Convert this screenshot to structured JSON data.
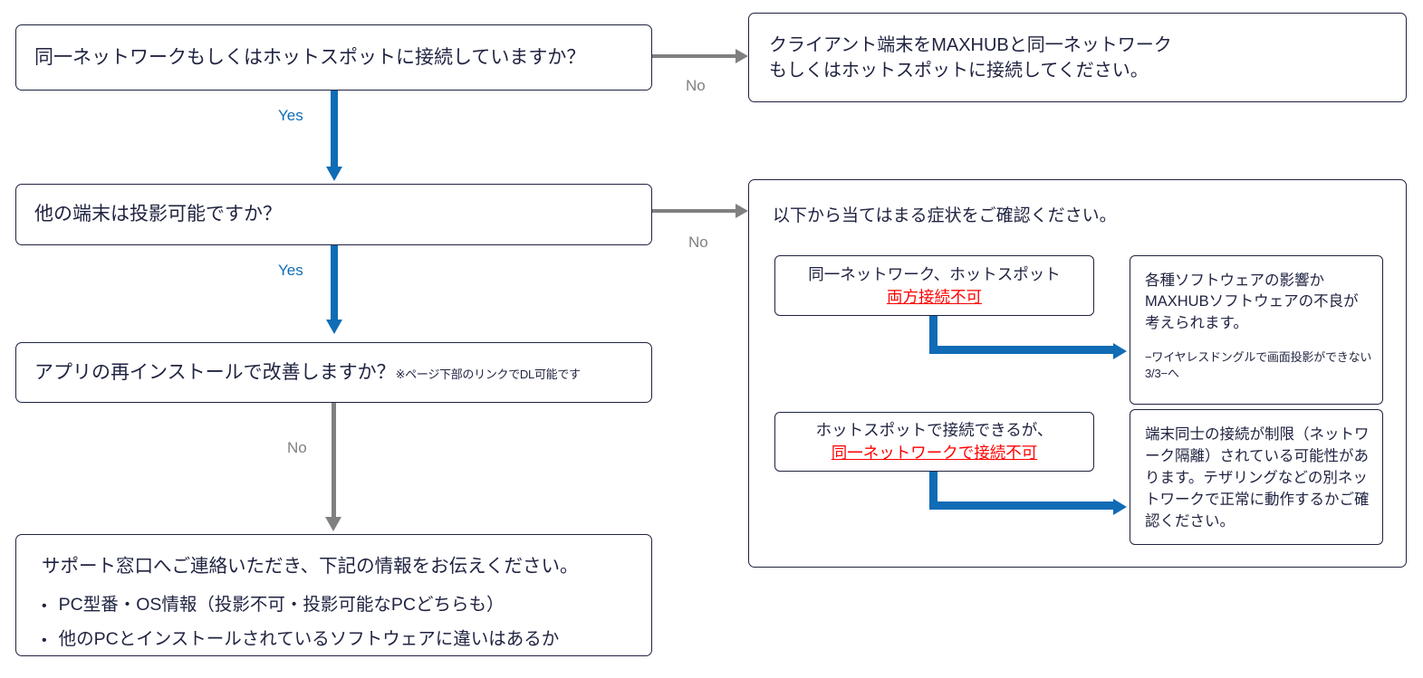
{
  "colors": {
    "yes_blue": "#0f6cb5",
    "no_gray": "#808080",
    "box_border": "#1f2340",
    "alert_red": "#ff0000",
    "text": "#1f2340"
  },
  "flow": {
    "q1": {
      "text": "同一ネットワークもしくはホットスポットに接続していますか？"
    },
    "q1_no_answer": {
      "line1": "クライアント端末をMAXHUBと同一ネットワーク",
      "line2": "もしくはホットスポットに接続してください。"
    },
    "q2": {
      "text": "他の端末は投影可能ですか？"
    },
    "q3": {
      "text": "アプリの再インストールで改善しますか？",
      "note": "※ページ下部のリンクでDL可能です"
    },
    "final": {
      "heading": "サポート窓口へご連絡いただき、下記の情報をお伝えください。",
      "bullets": [
        "PC型番・OS情報（投影不可・投影可能なPCどちらも）",
        "他のPCとインストールされているソフトウェアに違いはあるか"
      ],
      "bullet_marker": "•"
    },
    "edges": {
      "q1_yes": "Yes",
      "q1_no": "No",
      "q2_yes": "Yes",
      "q2_no": "No",
      "q3_no": "No"
    }
  },
  "panel": {
    "heading": "以下から当てはまる症状をご確認ください。",
    "cases": [
      {
        "symptom_line1": "同一ネットワーク、ホットスポット",
        "symptom_line2": "両方接続不可",
        "cause_main": "各種ソフトウェアの影響かMAXHUBソフトウェアの不良が考えられます。",
        "cause_sub": "−ワイヤレスドングルで画面投影ができない　3/3−へ"
      },
      {
        "symptom_line1": "ホットスポットで接続できるが、",
        "symptom_line2": "同一ネットワークで接続不可",
        "cause_main": "端末同士の接続が制限（ネットワーク隔離）されている可能性があります。テザリングなどの別ネットワークで正常に動作するかご確認ください。",
        "cause_sub": ""
      }
    ]
  }
}
